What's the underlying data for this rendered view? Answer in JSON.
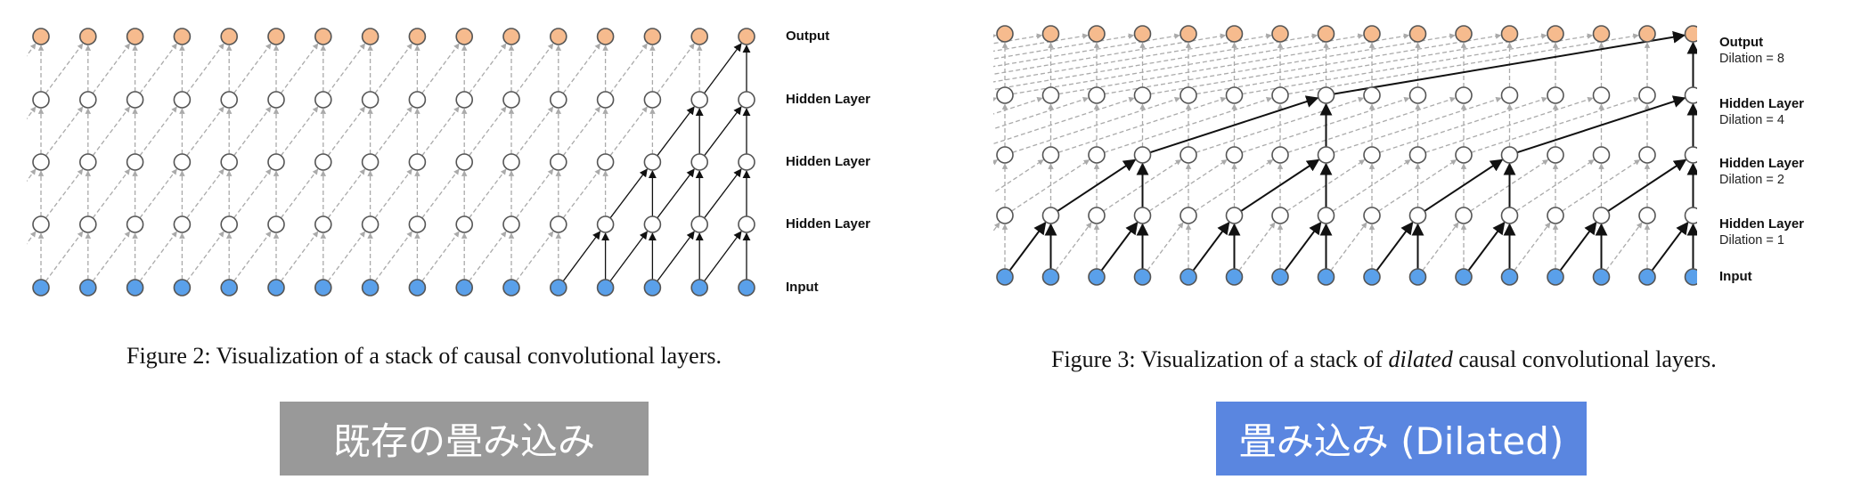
{
  "colors": {
    "output_node": "#F6BB8E",
    "hidden_node": "#FFFFFF",
    "input_node": "#5AA0EA",
    "node_stroke": "#555555",
    "dashed_edge": "#AAAAAA",
    "solid_edge": "#111111",
    "gray_tag": "#999999",
    "blue_tag": "#5A86E0"
  },
  "left_figure": {
    "columns": 16,
    "layers": [
      {
        "name": "Output",
        "sub": ""
      },
      {
        "name": "Hidden Layer",
        "sub": ""
      },
      {
        "name": "Hidden Layer",
        "sub": ""
      },
      {
        "name": "Hidden Layer",
        "sub": ""
      },
      {
        "name": "Input",
        "sub": ""
      }
    ],
    "dilations": [
      1,
      1,
      1,
      1
    ],
    "caption_prefix": "Figure 2: Visualization of a stack of causal convolutional layers.",
    "tag": "既存の畳み込み"
  },
  "right_figure": {
    "columns": 16,
    "layers": [
      {
        "name": "Output",
        "sub": "Dilation = 8"
      },
      {
        "name": "Hidden Layer",
        "sub": "Dilation = 4"
      },
      {
        "name": "Hidden Layer",
        "sub": "Dilation = 2"
      },
      {
        "name": "Hidden Layer",
        "sub": "Dilation = 1"
      },
      {
        "name": "Input",
        "sub": ""
      }
    ],
    "dilations": [
      1,
      2,
      4,
      8
    ],
    "caption_prefix": "Figure 3: Visualization of a stack of ",
    "caption_emphasis": "dilated",
    "caption_suffix": " causal convolutional layers.",
    "tag": "畳み込み (Dilated)"
  }
}
